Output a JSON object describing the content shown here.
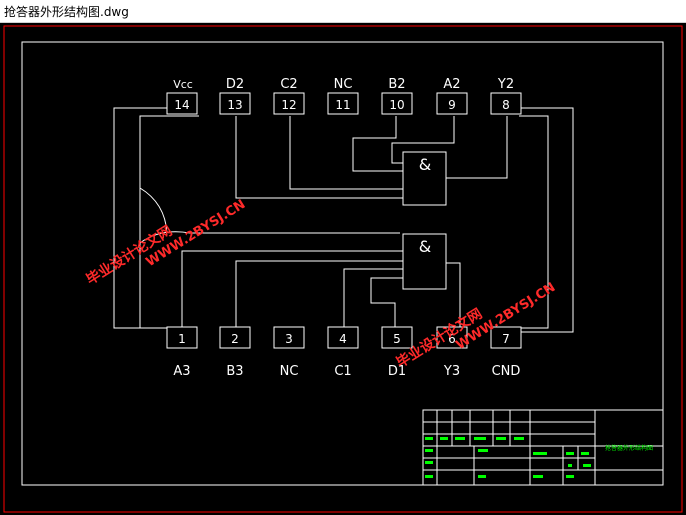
{
  "window": {
    "title": "抢答器外形结构图.dwg"
  },
  "pins_top": [
    {
      "number": "14",
      "label": "Vcc"
    },
    {
      "number": "13",
      "label": "D2"
    },
    {
      "number": "12",
      "label": "C2"
    },
    {
      "number": "11",
      "label": "NC"
    },
    {
      "number": "10",
      "label": "B2"
    },
    {
      "number": "9",
      "label": "A2"
    },
    {
      "number": "8",
      "label": "Y2"
    }
  ],
  "pins_bottom": [
    {
      "number": "1",
      "label": "A3"
    },
    {
      "number": "2",
      "label": "B3"
    },
    {
      "number": "3",
      "label": "NC"
    },
    {
      "number": "4",
      "label": "C1"
    },
    {
      "number": "5",
      "label": "D1"
    },
    {
      "number": "6",
      "label": "Y3"
    },
    {
      "number": "7",
      "label": "CND"
    }
  ],
  "gates": [
    {
      "symbol": "&"
    },
    {
      "symbol": "&"
    }
  ],
  "watermark": {
    "line1": "毕业设计论文网",
    "line2": "WWW.2BYSJ.CN"
  },
  "title_block": {
    "drawing_title": "抢答器外形结构图"
  },
  "colors": {
    "background": "#000000",
    "lines": "#ffffff",
    "border": "#ff0000",
    "title_text": "#00ff00",
    "watermark": "#ff2a2a"
  }
}
